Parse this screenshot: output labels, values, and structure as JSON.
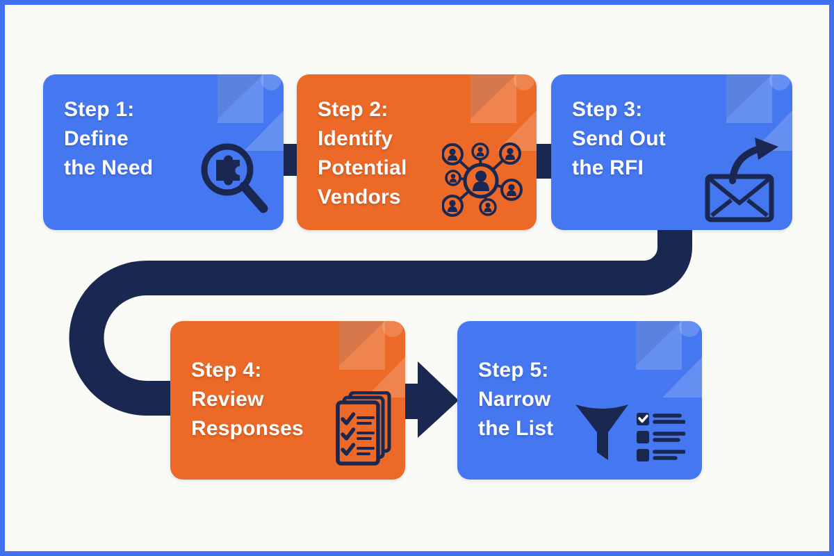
{
  "colors": {
    "bg": "#fafaf7",
    "frame": "#4170ef",
    "blue": "#4577f0",
    "orange": "#ec6928",
    "navy": "#1a2750",
    "text": "#ffffff"
  },
  "steps": [
    {
      "number": "Step 1:",
      "label": "Define the Need",
      "title": "Step 1:\nDefine\nthe Need",
      "color": "blue",
      "icon": "magnifier-puzzle-icon"
    },
    {
      "number": "Step 2:",
      "label": "Identify Potential Vendors",
      "title": "Step 2:\nIdentify\nPotential\nVendors",
      "color": "orange",
      "icon": "vendor-network-icon"
    },
    {
      "number": "Step 3:",
      "label": "Send Out the RFI",
      "title": "Step 3:\nSend Out\nthe RFI",
      "color": "blue",
      "icon": "send-mail-icon"
    },
    {
      "number": "Step 4:",
      "label": "Review Responses",
      "title": "Step 4:\nReview\nResponses",
      "color": "orange",
      "icon": "documents-checklist-icon"
    },
    {
      "number": "Step 5:",
      "label": "Narrow the List",
      "title": "Step 5:\nNarrow\nthe List",
      "color": "blue",
      "icon": "funnel-checklist-icon"
    }
  ],
  "connections": [
    {
      "from": "Step 1",
      "to": "Step 2",
      "style": "straight-block"
    },
    {
      "from": "Step 2",
      "to": "Step 3",
      "style": "straight-block"
    },
    {
      "from": "Step 3",
      "to": "Step 4",
      "style": "u-turn-pipe"
    },
    {
      "from": "Step 4",
      "to": "Step 5",
      "style": "block-arrow"
    }
  ]
}
